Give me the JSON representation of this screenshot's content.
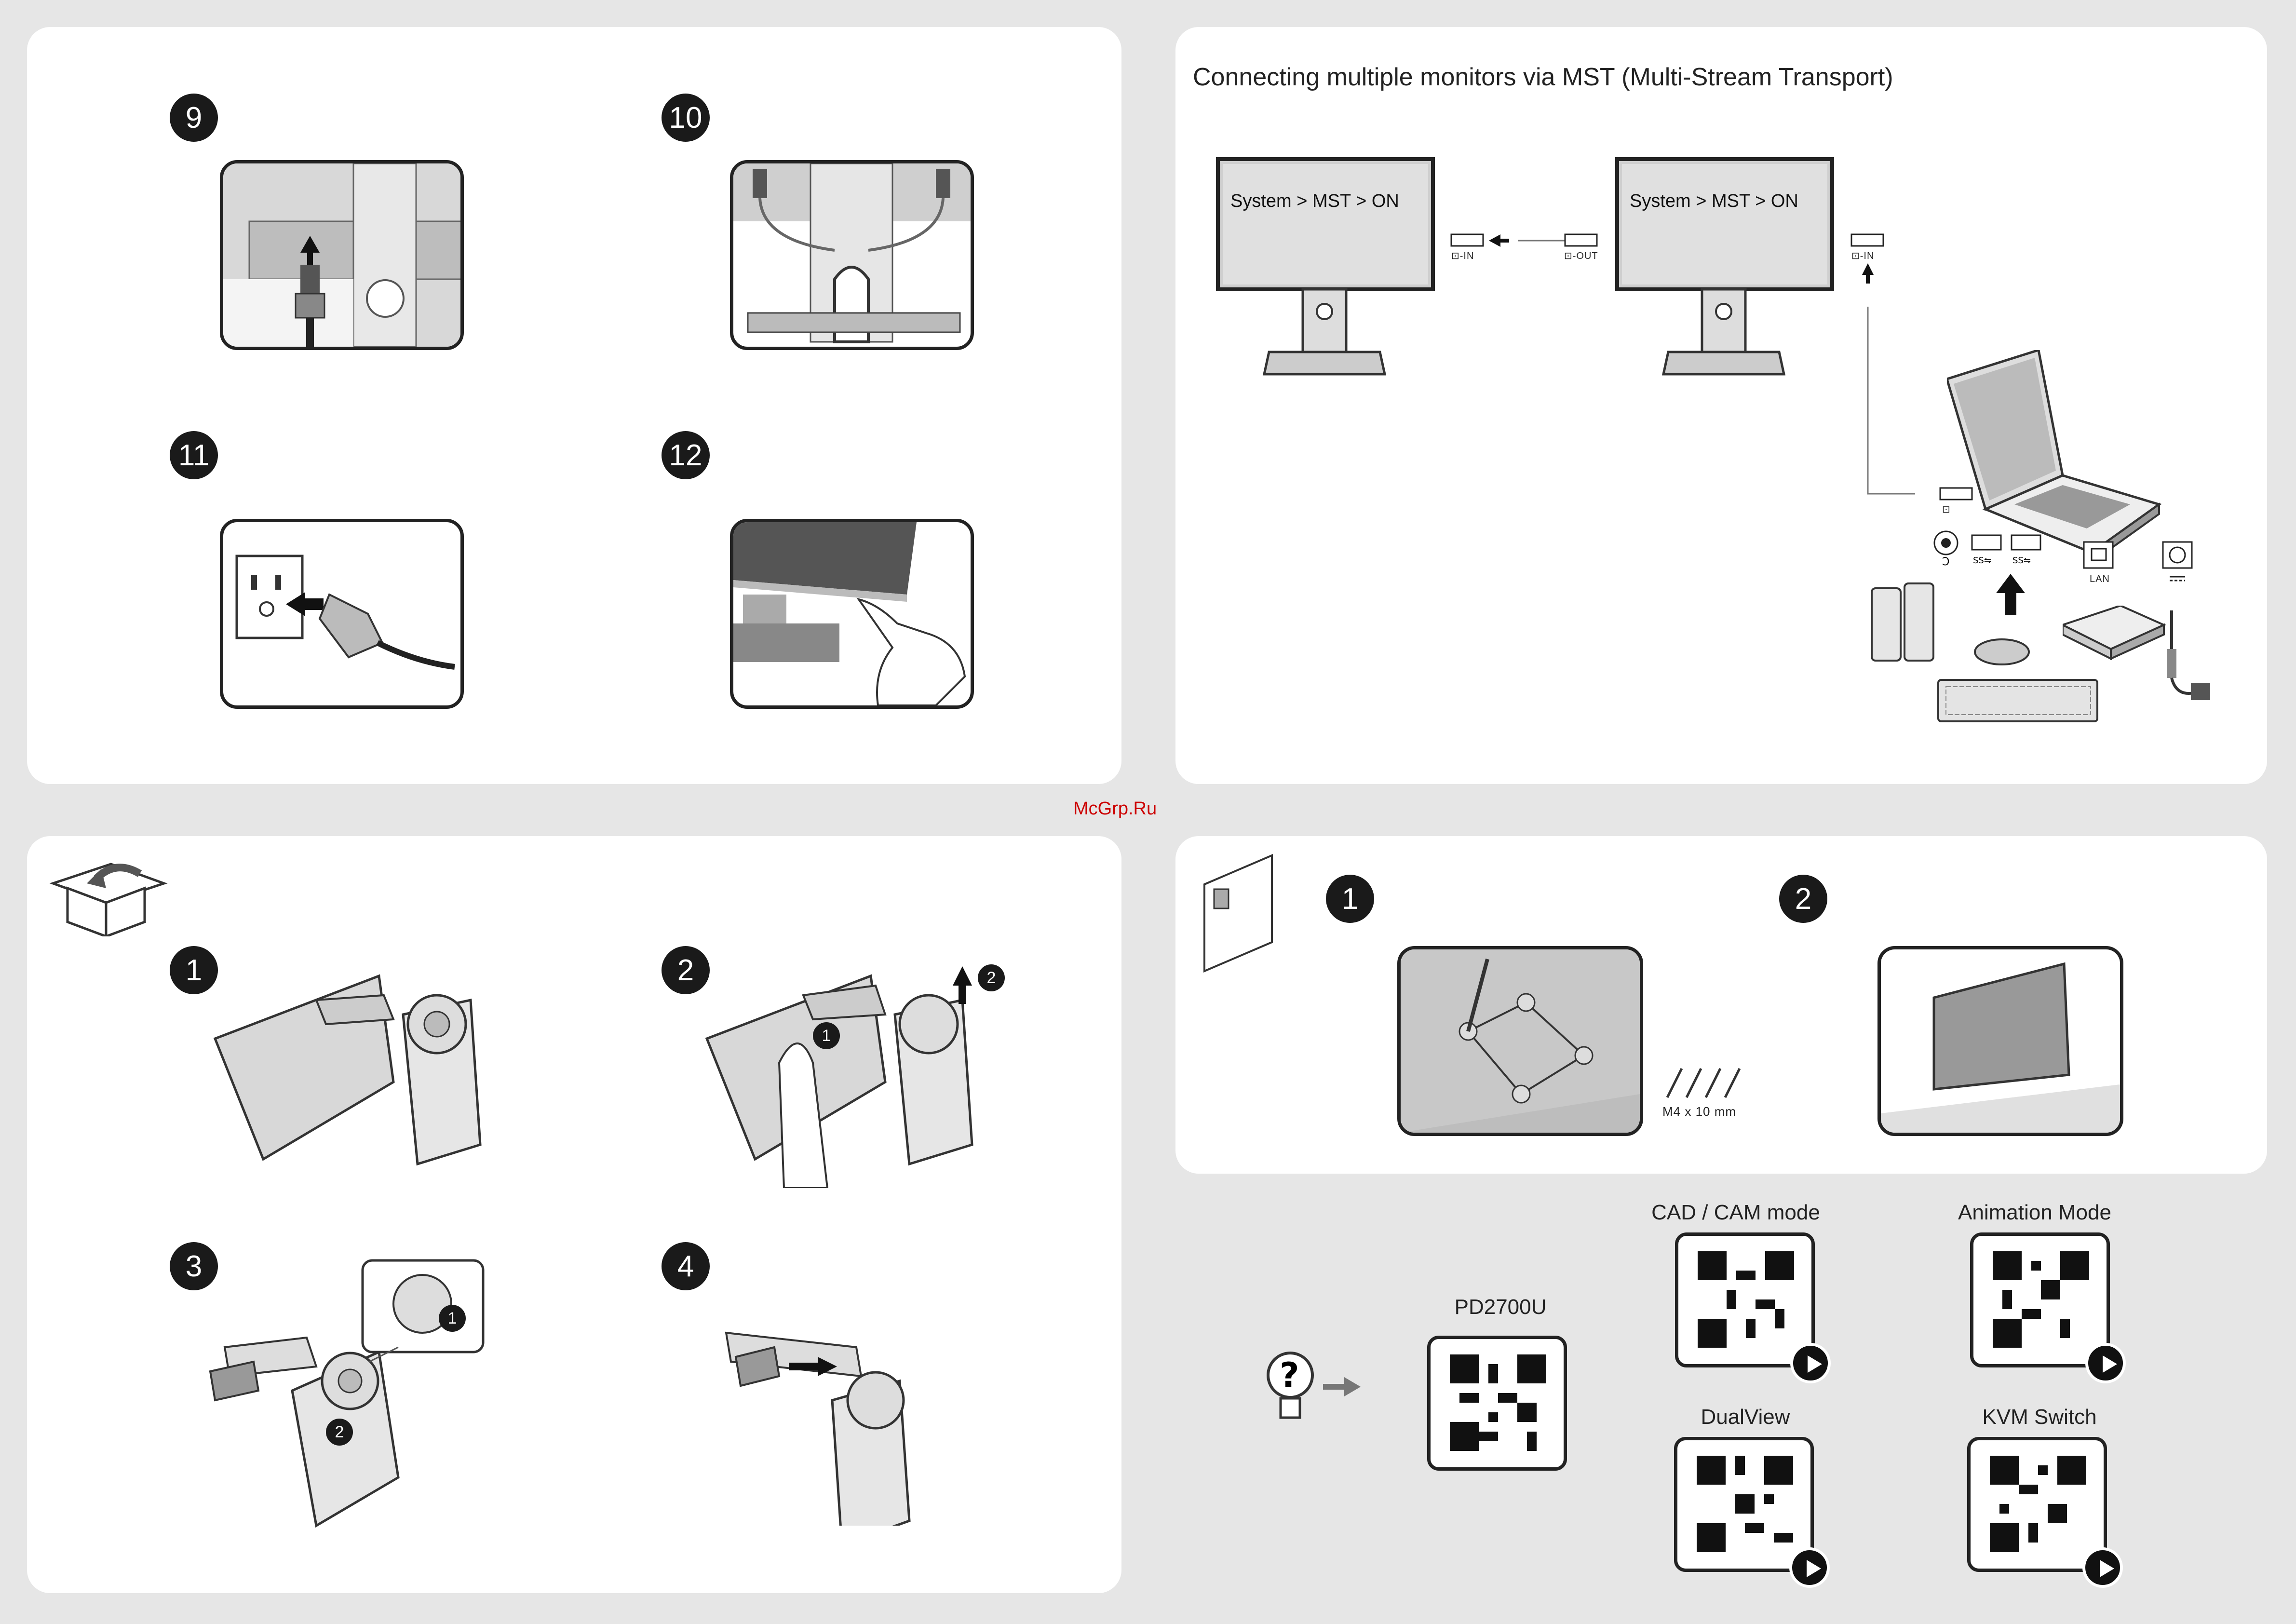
{
  "watermark": "McGrp.Ru",
  "top_left": {
    "steps": [
      "9",
      "10",
      "11",
      "12"
    ]
  },
  "mst": {
    "title": "Connecting multiple monitors via MST (Multi-Stream Transport)",
    "monitor1_screen": "System > MST > ON",
    "monitor2_screen": "System > MST > ON",
    "port_in_1": "⊡-IN",
    "port_out": "⊡-OUT",
    "port_in_2": "⊡-IN",
    "port_laptop": "⊡",
    "lan_label": "LAN"
  },
  "bottom_left": {
    "steps": [
      "1",
      "2",
      "3",
      "4"
    ],
    "sub_steps": [
      "1",
      "2",
      "1",
      "2"
    ]
  },
  "wall_mount": {
    "steps": [
      "1",
      "2"
    ],
    "screw_label": "M4 x 10 mm"
  },
  "help": {
    "product": "PD2700U",
    "qr_items": [
      "CAD / CAM mode",
      "Animation Mode",
      "DualView",
      "KVM Switch"
    ]
  },
  "colors": {
    "accent": "#1a1a1a",
    "panel_bg": "#ffffff",
    "page_bg": "#e6e6e6",
    "watermark": "#cc0000"
  }
}
